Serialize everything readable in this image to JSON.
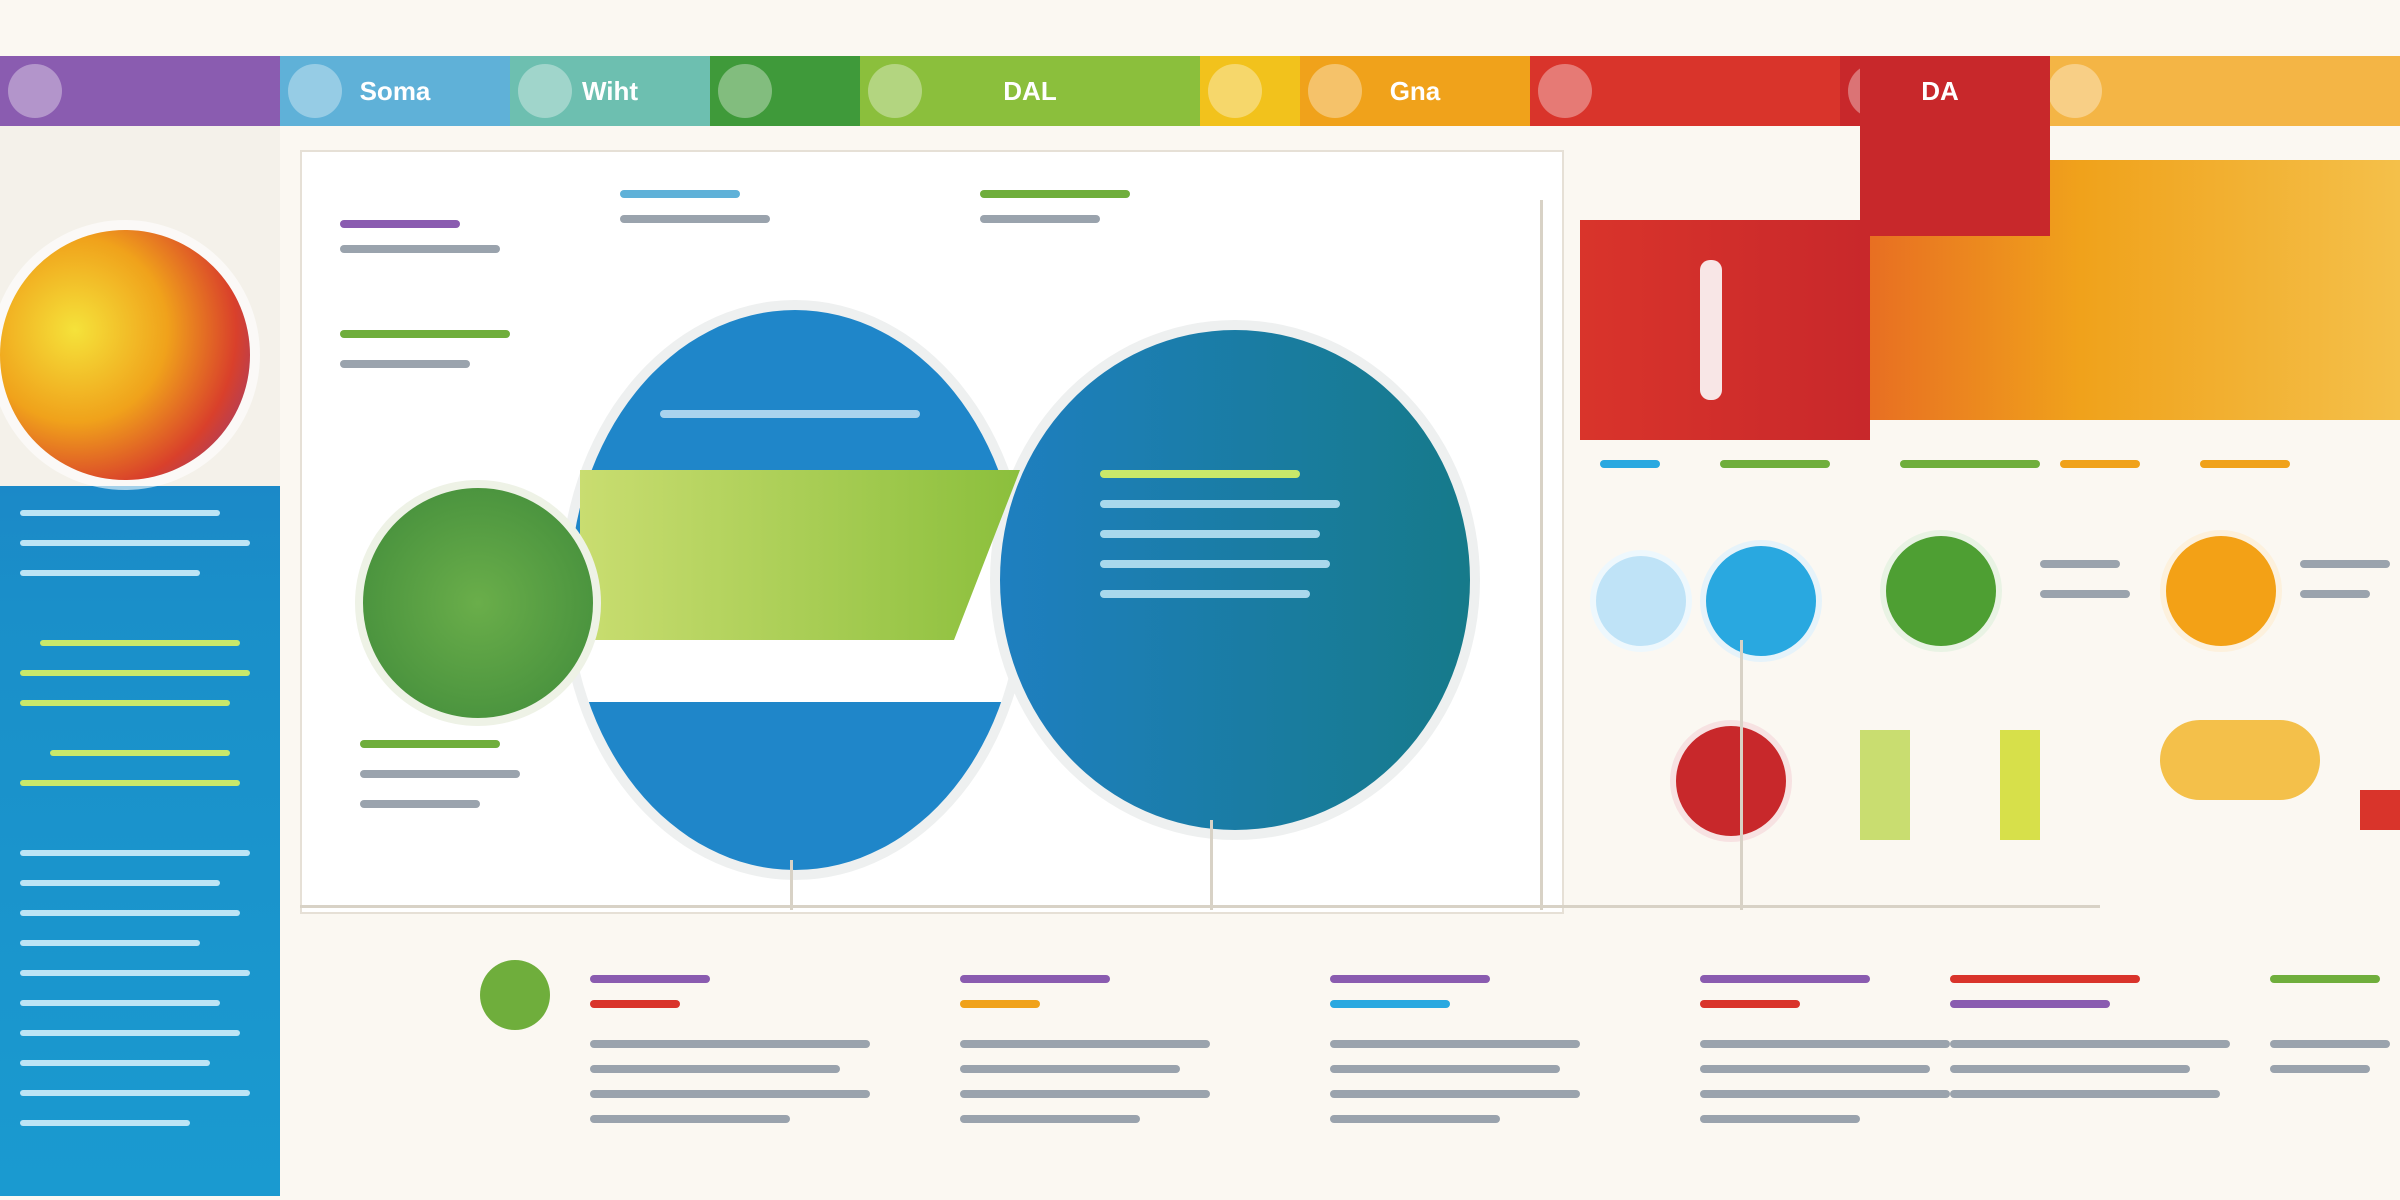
{
  "tabs": [
    {
      "label": "",
      "color": "#8a5cb0"
    },
    {
      "label": "Soma",
      "color": "#3aa0d0"
    },
    {
      "label": "Wiht",
      "color": "#4cb3a8"
    },
    {
      "label": "",
      "color": "#3f9a3a"
    },
    {
      "label": "DAL",
      "color": "#8bbf3c"
    },
    {
      "label": "",
      "color": "#f2c21c"
    },
    {
      "label": "Gna",
      "color": "#f0a21b"
    },
    {
      "label": "",
      "color": "#d9342b"
    },
    {
      "label": "DA",
      "color": "#c8282b"
    },
    {
      "label": "",
      "color": "#f0a21b"
    }
  ],
  "colors": {
    "blue": "#1e86c8",
    "teal": "#1b8aa6",
    "green": "#6fae3c",
    "red": "#c8282b",
    "orange": "#f0a21b",
    "purple": "#8a5cb0"
  },
  "icons": [
    "globe-icon",
    "flag-icon",
    "pin-icon",
    "gear-icon",
    "chart-icon"
  ]
}
